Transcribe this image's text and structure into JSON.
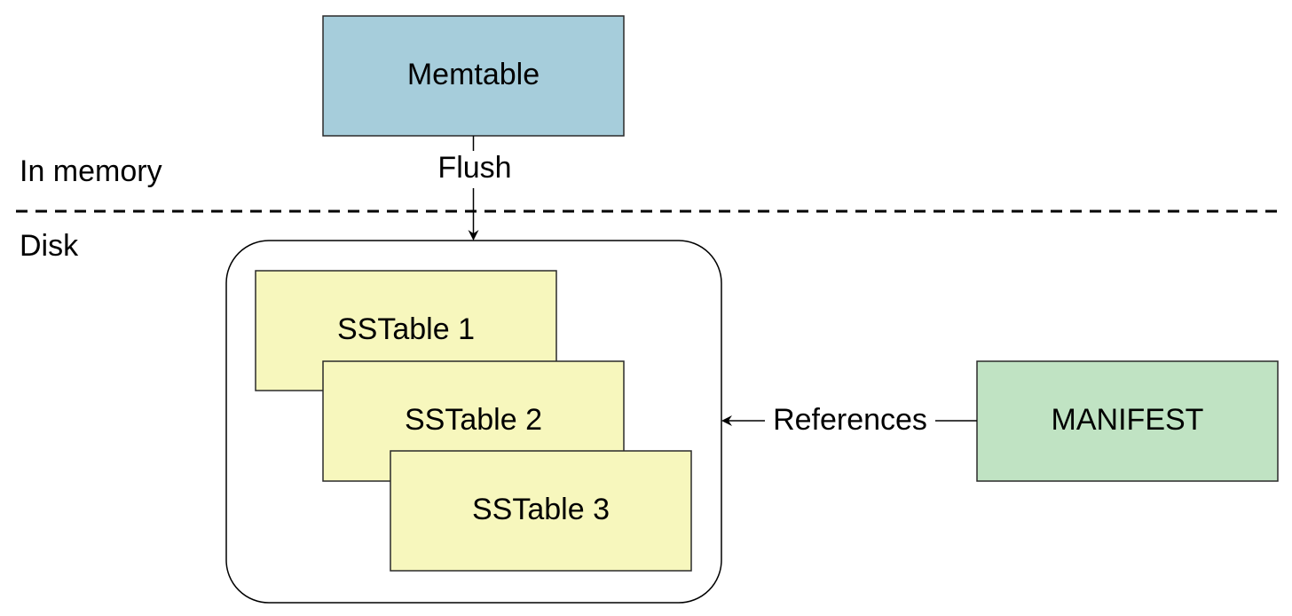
{
  "regions": {
    "in_memory_label": "In memory",
    "disk_label": "Disk"
  },
  "nodes": {
    "memtable": {
      "label": "Memtable",
      "color": "#a6cddb"
    },
    "sstables": [
      {
        "label": "SSTable 1",
        "color": "#f7f7bd"
      },
      {
        "label": "SSTable 2",
        "color": "#f7f7bd"
      },
      {
        "label": "SSTable 3",
        "color": "#f7f7bd"
      }
    ],
    "manifest": {
      "label": "MANIFEST",
      "color": "#c0e3c3"
    }
  },
  "edges": {
    "flush_label": "Flush",
    "references_label": "References"
  }
}
